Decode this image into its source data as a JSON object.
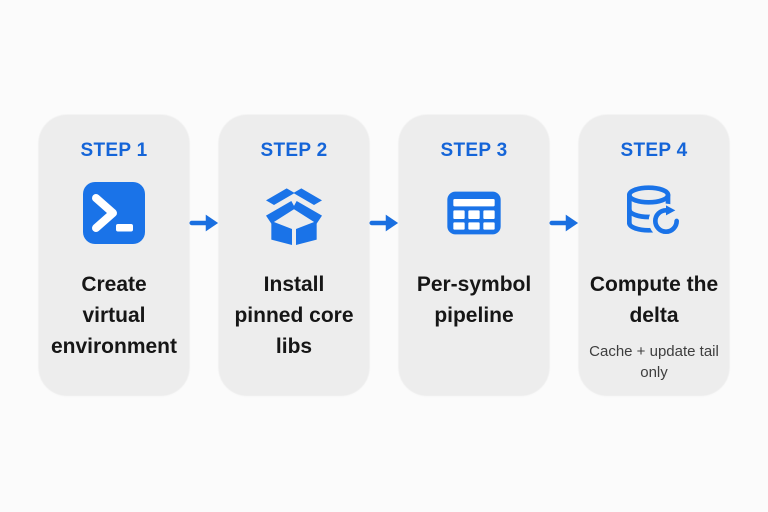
{
  "diagram": {
    "type": "horizontal-step-flow",
    "step_count": 4
  },
  "colors": {
    "page_bg": "#fbfbfb",
    "card_bg": "#ededed",
    "accent_blue": "#1a73e8",
    "label_blue": "#1565d8",
    "arrow_blue": "#1a6fe0",
    "title_color": "#161616",
    "subtitle_color": "#3e3e3e"
  },
  "steps": [
    {
      "label": "STEP 1",
      "title": "Create virtual environment",
      "icon": "terminal-icon"
    },
    {
      "label": "STEP 2",
      "title": "Install pinned core libs",
      "icon": "open-box-icon"
    },
    {
      "label": "STEP 3",
      "title": "Per-symbol pipeline",
      "icon": "table-icon"
    },
    {
      "label": "STEP 4",
      "title": "Compute the delta",
      "subtitle": "Cache + update tail only",
      "icon": "database-sync-icon"
    }
  ]
}
